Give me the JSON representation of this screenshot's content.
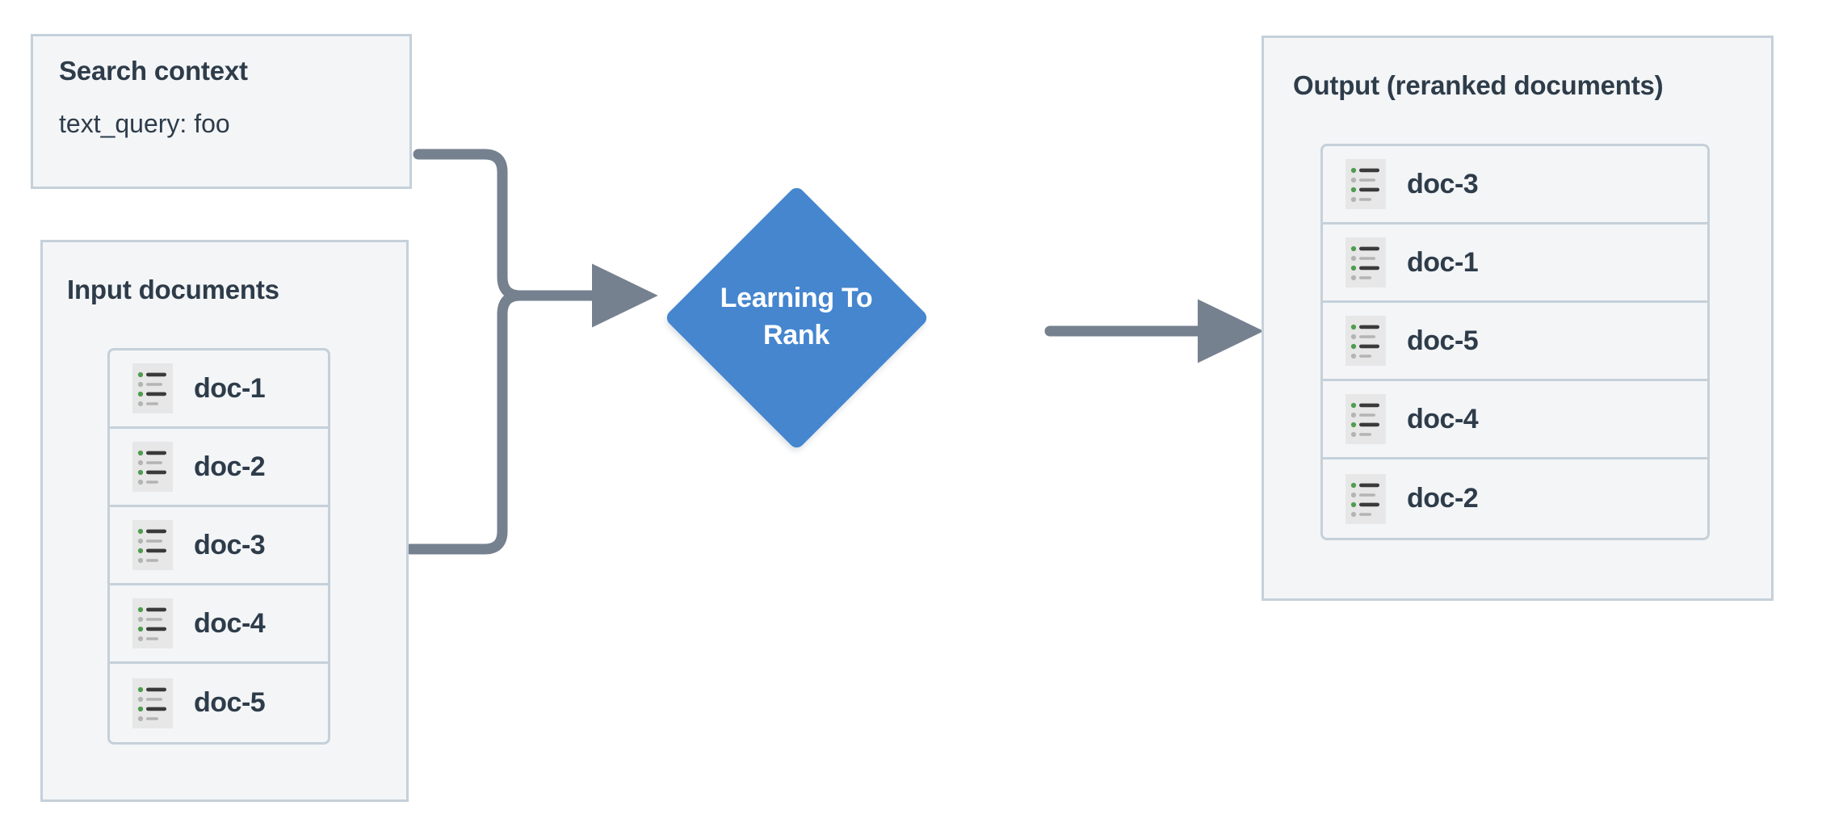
{
  "diagram": {
    "title": "Learning To Rank reranking flow",
    "colors": {
      "panel_fill": "#f3f5f7",
      "panel_border": "#c5d0da",
      "text": "#2e3c4a",
      "node_blue": "#4586cf",
      "connector": "#76818f",
      "icon_bg": "#e7e7e7",
      "icon_green": "#4f9c4f",
      "icon_dark": "#3a3a3a",
      "icon_gray": "#b4b4b4",
      "background": "#ffffff"
    }
  },
  "search_context": {
    "title": "Search context",
    "query_line": "text_query: foo",
    "query_key": "text_query",
    "query_value": "foo"
  },
  "input_documents": {
    "title": "Input documents",
    "docs": [
      {
        "label": "doc-1",
        "icon": "document-list-icon"
      },
      {
        "label": "doc-2",
        "icon": "document-list-icon"
      },
      {
        "label": "doc-3",
        "icon": "document-list-icon"
      },
      {
        "label": "doc-4",
        "icon": "document-list-icon"
      },
      {
        "label": "doc-5",
        "icon": "document-list-icon"
      }
    ]
  },
  "processor": {
    "label": "Learning To Rank",
    "label_line_1": "Learning To",
    "label_line_2": "Rank",
    "shape": "diamond"
  },
  "output": {
    "title": "Output (reranked documents)",
    "docs": [
      {
        "label": "doc-3",
        "icon": "document-list-icon"
      },
      {
        "label": "doc-1",
        "icon": "document-list-icon"
      },
      {
        "label": "doc-5",
        "icon": "document-list-icon"
      },
      {
        "label": "doc-4",
        "icon": "document-list-icon"
      },
      {
        "label": "doc-2",
        "icon": "document-list-icon"
      }
    ]
  },
  "connectors": [
    {
      "name": "search-context-to-ltr",
      "from": "search_context",
      "to": "processor",
      "style": "elbow-arrow"
    },
    {
      "name": "input-documents-to-ltr",
      "from": "input_documents",
      "to": "processor",
      "style": "elbow-arrow"
    },
    {
      "name": "ltr-to-output",
      "from": "processor",
      "to": "output",
      "style": "straight-arrow"
    }
  ]
}
